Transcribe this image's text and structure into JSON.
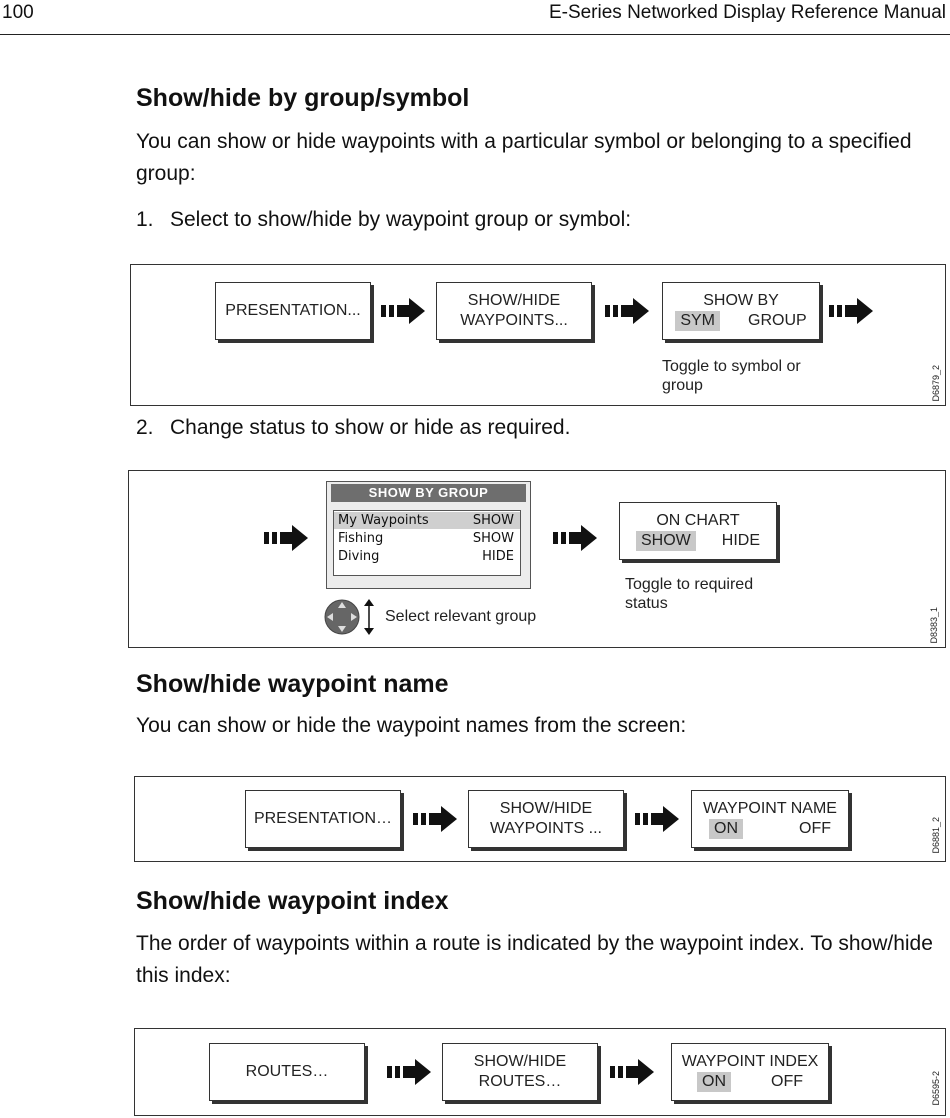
{
  "header": {
    "page_number": "100",
    "manual_title": "E-Series Networked Display Reference Manual"
  },
  "section1": {
    "heading": "Show/hide by group/symbol",
    "intro": "You can show or hide waypoints with a particular symbol or belonging to a specified group:",
    "step1": {
      "num": "1.",
      "text": "Select to show/hide by waypoint group or symbol:"
    },
    "fig1": {
      "btn1": "PRESENTATION...",
      "btn2_line1": "SHOW/HIDE",
      "btn2_line2": "WAYPOINTS...",
      "btn3_title": "SHOW BY",
      "btn3_opt1": "SYM",
      "btn3_opt2": "GROUP",
      "note_line1": "Toggle to symbol or",
      "note_line2": "group",
      "ref": "D6879_2"
    },
    "step2": {
      "num": "2.",
      "text": "Change status to show or hide as required."
    },
    "fig2": {
      "panel_title": "SHOW BY GROUP",
      "rows": [
        {
          "name": "My Waypoints",
          "status": "SHOW"
        },
        {
          "name": "Fishing",
          "status": "SHOW"
        },
        {
          "name": "Diving",
          "status": "HIDE"
        }
      ],
      "select_note": "Select relevant group",
      "btn_title": "ON CHART",
      "btn_opt1": "SHOW",
      "btn_opt2": "HIDE",
      "note_line1": "Toggle to required",
      "note_line2": "status",
      "ref": "D8383_1"
    }
  },
  "section2": {
    "heading": "Show/hide waypoint name",
    "intro": "You can show or hide the waypoint names from the screen:",
    "fig": {
      "btn1": "PRESENTATION…",
      "btn2_line1": "SHOW/HIDE",
      "btn2_line2": "WAYPOINTS ...",
      "btn3_title": "WAYPOINT NAME",
      "btn3_opt1": "ON",
      "btn3_opt2": "OFF",
      "ref": "D6881_2"
    }
  },
  "section3": {
    "heading": "Show/hide waypoint index",
    "intro": "The order of waypoints within a route is indicated by the waypoint index. To show/hide this index:",
    "fig": {
      "btn1": "ROUTES…",
      "btn2_line1": "SHOW/HIDE",
      "btn2_line2": "ROUTES…",
      "btn3_title": "WAYPOINT INDEX",
      "btn3_opt1": "ON",
      "btn3_opt2": "OFF",
      "ref": "D6595-2"
    }
  }
}
